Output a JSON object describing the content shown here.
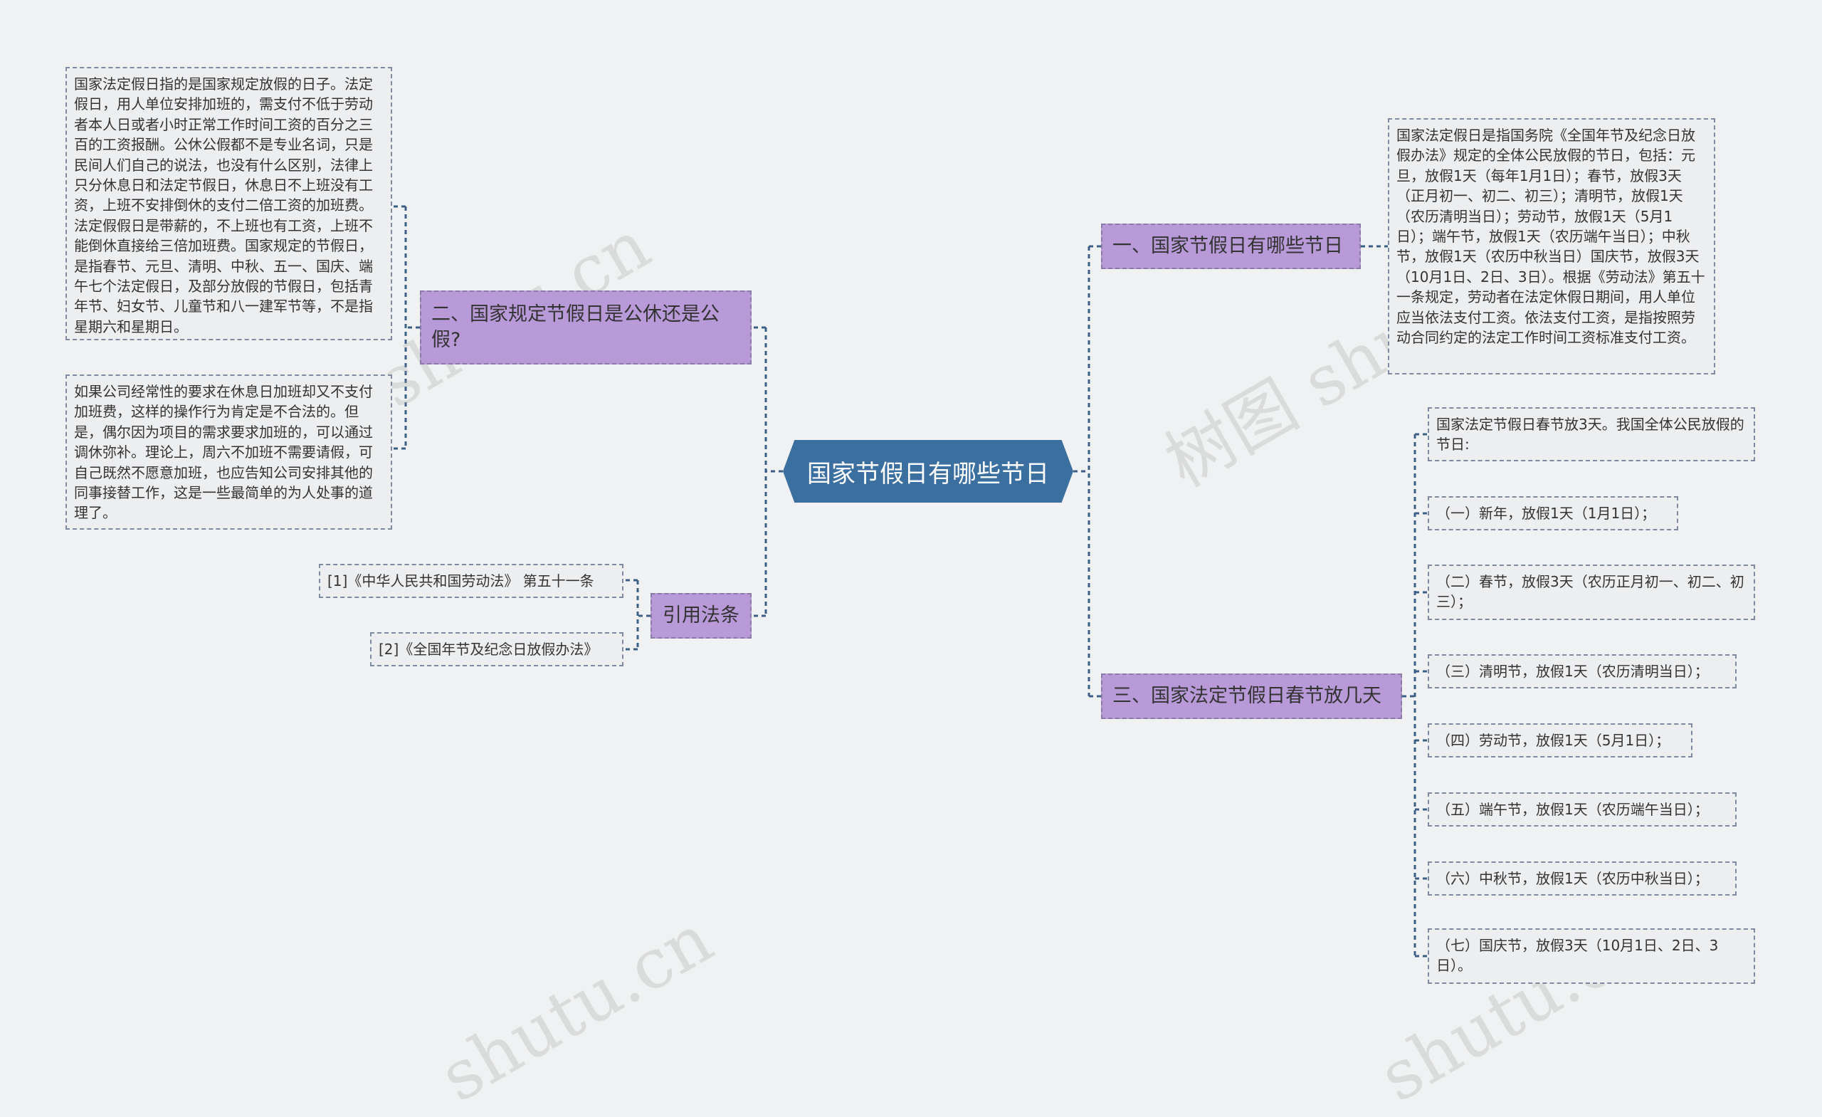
{
  "root": {
    "title": "国家节假日有哪些节日"
  },
  "branches": {
    "b1": "一、国家节假日有哪些节日",
    "b2": "二、国家规定节假日是公休还是公假?",
    "b3": "三、国家法定节假日春节放几天",
    "b4": "引用法条"
  },
  "leaves": {
    "b1_text": "国家法定假日是指国务院《全国年节及纪念日放假办法》规定的全体公民放假的节日，包括：元旦，放假1天（每年1月1日）；春节，放假3天（正月初一、初二、初三）；清明节，放假1天（农历清明当日）；劳动节，放假1天（5月1日）；端午节，放假1天（农历端午当日）；中秋节，放假1天（农历中秋当日）国庆节，放假3天（10月1日、2日、3日）。根据《劳动法》第五十一条规定，劳动者在法定休假日期间，用人单位应当依法支付工资。依法支付工资，是指按照劳动合同约定的法定工作时间工资标准支付工资。",
    "b2_text1": "国家法定假日指的是国家规定放假的日子。法定假日，用人单位安排加班的，需支付不低于劳动者本人日或者小时正常工作时间工资的百分之三百的工资报酬。公休公假都不是专业名词，只是民间人们自己的说法，也没有什么区别，法律上只分休息日和法定节假日，休息日不上班没有工资，上班不安排倒休的支付二倍工资的加班费。法定假假日是带薪的，不上班也有工资，上班不能倒休直接给三倍加班费。国家规定的节假日，是指春节、元旦、清明、中秋、五一、国庆、端午七个法定假日，及部分放假的节假日，包括青年节、妇女节、儿童节和八一建军节等，不是指星期六和星期日。",
    "b2_text2": "如果公司经常性的要求在休息日加班却又不支付加班费，这样的操作行为肯定是不合法的。但是，偶尔因为项目的需求要求加班的，可以通过调休弥补。理论上，周六不加班不需要请假，可自己既然不愿意加班，也应告知公司安排其他的同事接替工作，这是一些最简单的为人处事的道理了。",
    "b3_items": [
      "国家法定节假日春节放3天。我国全体公民放假的节日:",
      "（一）新年，放假1天（1月1日）；",
      "（二）春节，放假3天（农历正月初一、初二、初三）；",
      "（三）清明节，放假1天（农历清明当日）；",
      "（四）劳动节，放假1天（5月1日）；",
      "（五）端午节，放假1天（农历端午当日）；",
      "（六）中秋节，放假1天（农历中秋当日）；",
      "（七）国庆节，放假3天（10月1日、2日、3日）。"
    ],
    "b4_items": [
      "[1]《中华人民共和国劳动法》 第五十一条",
      "[2]《全国年节及纪念日放假办法》"
    ]
  },
  "watermarks": [
    "树图 shutu.cn",
    "树图 shutu.cn",
    "shutu.cn",
    "shutu.cn"
  ],
  "colors": {
    "root": "#3b6fa0",
    "branch": "#b89ad9",
    "leaf": "#eceef0",
    "line": "#3b5f86",
    "background": "#f0f1f2"
  }
}
